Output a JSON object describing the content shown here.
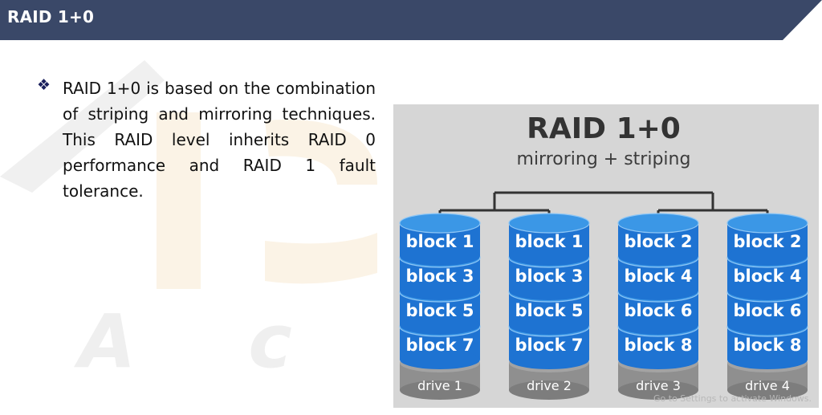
{
  "header": {
    "title": "RAID 1+0"
  },
  "watermark": {
    "text": "A c a"
  },
  "bullet": {
    "icon": "diamond-bullet-icon",
    "text": "RAID 1+0 is based on the combination of striping and mirroring techniques. This RAID level inherits RAID 0 performance and RAID 1 fault tolerance."
  },
  "diagram": {
    "title": "RAID 1+0",
    "subtitle": "mirroring + striping",
    "drives": [
      {
        "label": "drive 1",
        "blocks": [
          "block 1",
          "block 3",
          "block 5",
          "block 7"
        ]
      },
      {
        "label": "drive 2",
        "blocks": [
          "block 1",
          "block 3",
          "block 5",
          "block 7"
        ]
      },
      {
        "label": "drive 3",
        "blocks": [
          "block 2",
          "block 4",
          "block 6",
          "block 8"
        ]
      },
      {
        "label": "drive 4",
        "blocks": [
          "block 2",
          "block 4",
          "block 6",
          "block 8"
        ]
      }
    ]
  },
  "activation_note": "Go to Settings to activate Windows.",
  "colors": {
    "header_bg": "#3a4868",
    "disk_top": "#3b97e6",
    "disk_body": "#1e73d2",
    "drive_base": "#8f8f8f",
    "connector": "#333333"
  }
}
